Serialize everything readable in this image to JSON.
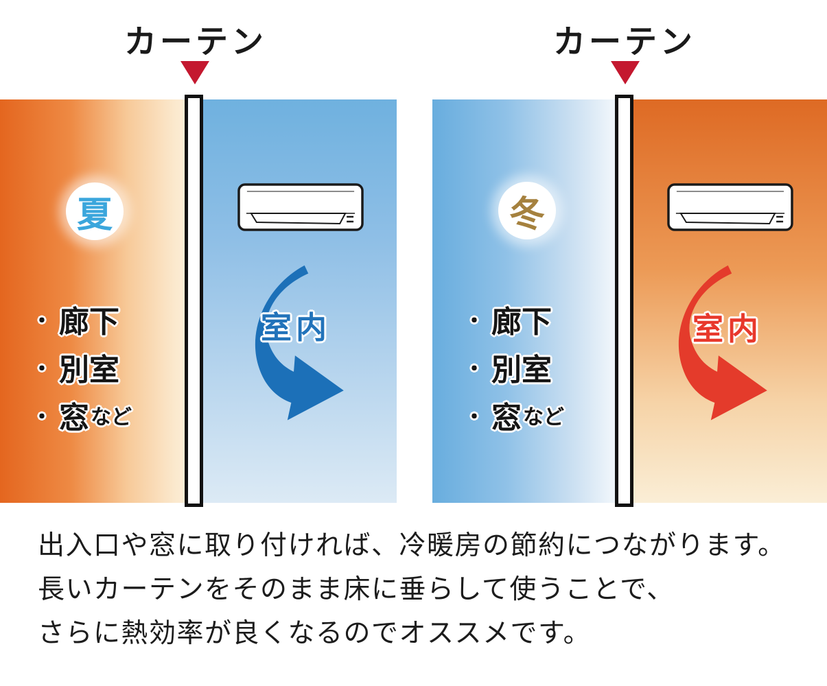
{
  "figure": {
    "list_bullet": "・",
    "panels": [
      {
        "curtain_label": "カーテン",
        "season": "夏",
        "outdoor_items": [
          "廊下",
          "別室",
          "窓"
        ],
        "outdoor_items_suffix": "など",
        "indoor_label": "室内"
      },
      {
        "curtain_label": "カーテン",
        "season": "冬",
        "outdoor_items": [
          "廊下",
          "別室",
          "窓"
        ],
        "outdoor_items_suffix": "など",
        "indoor_label": "室内"
      }
    ]
  },
  "caption": {
    "lines": [
      "出入口や窓に取り付ければ、冷暖房の節約につながります。",
      "長いカーテンをそのまま床に垂らして使うことで、",
      "さらに熱効率が良くなるのでオススメです。"
    ]
  },
  "colors": {
    "pointer_red": "#C4182F",
    "summer_deep_orange": "#E4661F",
    "summer_cream": "#FCEDD6",
    "summer_indoor_blue_top": "#6FB1DF",
    "summer_indoor_blue_bottom": "#DCEAF5",
    "winter_outdoor_blue": "#68ADDE",
    "winter_outdoor_light": "#EDF4FA",
    "winter_indoor_orange_top": "#DE6A24",
    "winter_indoor_cream": "#FAEED6",
    "arrow_blue": "#1C70B8",
    "arrow_red": "#E43B2B",
    "season_summer_text": "#3BA6DC",
    "season_winter_text": "#A5813E",
    "indoor_label_blue": "#2273BA",
    "indoor_label_red": "#E8382C"
  }
}
